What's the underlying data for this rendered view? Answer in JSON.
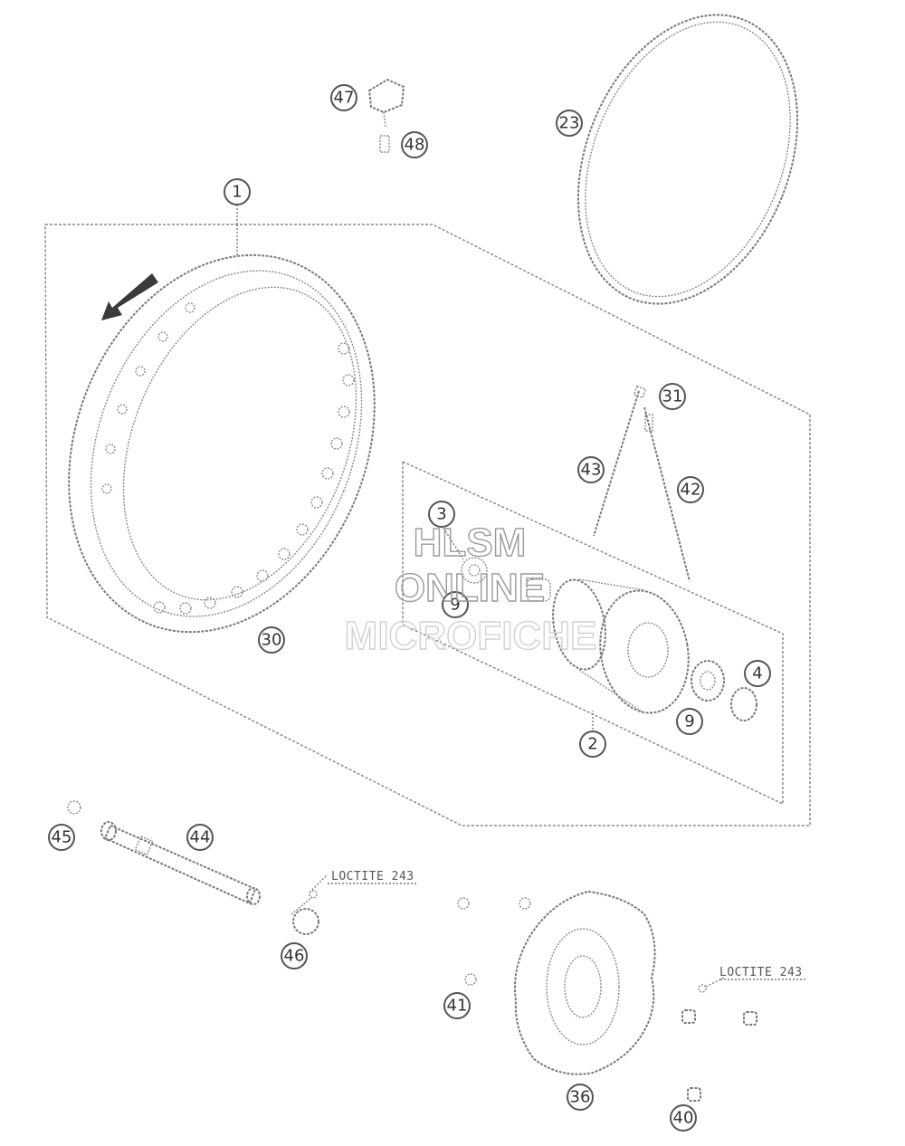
{
  "callouts": [
    "1",
    "2",
    "3",
    "4",
    "9",
    "9",
    "23",
    "30",
    "31",
    "36",
    "40",
    "41",
    "42",
    "43",
    "44",
    "45",
    "46",
    "47",
    "48"
  ],
  "notes": {
    "loctite_left": "LOCTITE 243",
    "loctite_right": "LOCTITE 243"
  },
  "watermark": {
    "line1": "HLSM",
    "line2": "ONLINE",
    "line3": "MICROFICHE"
  }
}
